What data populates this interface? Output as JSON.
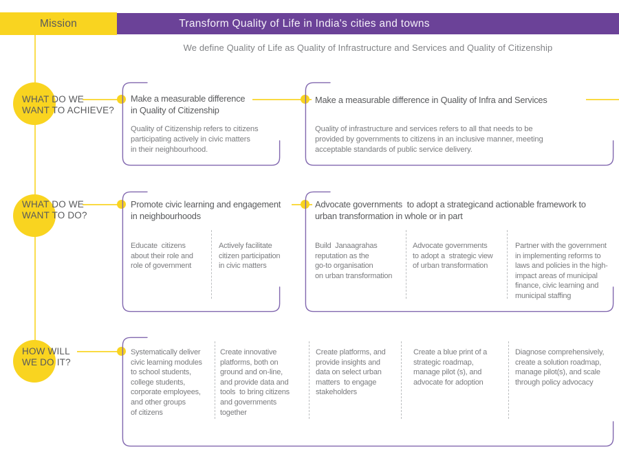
{
  "header": {
    "mission_label": "Mission",
    "banner_title": "Transform Quality of Life in India's cities and towns",
    "subtitle": "We define Quality of Life as Quality of Infrastructure and Services and Quality of Citizenship"
  },
  "colors": {
    "yellow": "#F9D420",
    "banner_purple": "#6B4298",
    "bracket_purple": "#8066AE",
    "heading_text": "#58595B",
    "body_text": "#7A7B7E",
    "label_text": "#58595B",
    "subtitle_text": "#808285",
    "banner_text": "#F5F1F9",
    "divider": "#BCBEC0"
  },
  "rows": [
    {
      "question": "WHAT DO WE\nWANT TO ACHIEVE?",
      "boxes": [
        {
          "heading": "Make a measurable difference\nin Quality of Citizenship",
          "body": "Quality of Citizenship refers to citizens\nparticipating actively in civic matters\nin their neighbourhood."
        },
        {
          "heading": "Make a measurable difference in Quality of Infra and Services",
          "body": "Quality of infrastructure and services refers to all that needs to be\nprovided by governments to citizens in an inclusive manner, meeting\nacceptable standards of public service delivery."
        }
      ]
    },
    {
      "question": "WHAT DO WE\nWANT TO DO?",
      "boxes": [
        {
          "heading": "Promote civic learning and engagement\nin neighbourhoods",
          "columns": [
            "Educate  citizens\nabout their role and\nrole of government",
            "Actively facilitate\ncitizen participation\nin civic matters"
          ]
        },
        {
          "heading": "Advocate governments  to adopt a strategicand actionable framework to\nurban transformation in whole or in part",
          "columns": [
            "Build  Janaagrahas\nreputation as the\ngo-to organisation\non urban transformation",
            "Advocate governments\nto adopt a  strategic view\nof urban transformation",
            "Partner with the government\nin implementing reforms to\nlaws and policies in the high-\nimpact areas of municipal\nfinance, civic learning and\nmunicipal staffing"
          ]
        }
      ]
    },
    {
      "question": "HOW WILL\nWE DO IT?",
      "boxes": [
        {
          "columns": [
            "Systematically deliver\ncivic learning modules\nto school students,\ncollege students,\ncorporate employees,\nand other groups\nof citizens",
            "Create innovative\nplatforms, both on\nground and on-line,\nand provide data and\ntools  to bring citizens\nand governments\ntogether",
            "Create platforms, and\nprovide insights and\ndata on select urban\nmatters  to engage\nstakeholders",
            "Create a blue print of a\nstrategic roadmap,\nmanage pilot (s), and\nadvocate for adoption",
            "Diagnose comprehensively,\ncreate a solution roadmap,\nmanage pilot(s), and scale\nthrough policy advocacy"
          ]
        }
      ]
    }
  ]
}
